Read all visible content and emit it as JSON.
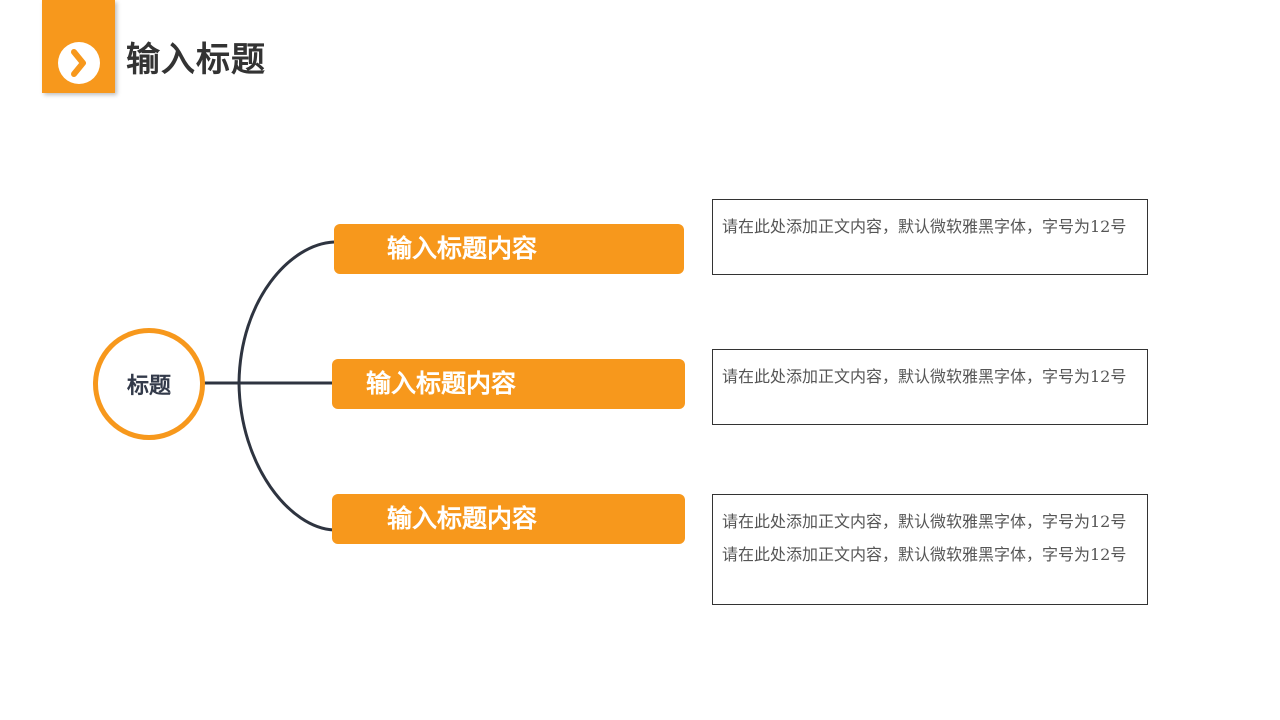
{
  "header": {
    "title": "输入标题",
    "icon": "chevron-right-icon",
    "accent_color": "#f7981c"
  },
  "diagram": {
    "root_label": "标题",
    "branches": [
      {
        "label": "输入标题内容",
        "text": "请在此处添加正文内容，默认微软雅黑字体，字号为12号"
      },
      {
        "label": "输入标题内容",
        "text": "请在此处添加正文内容，默认微软雅黑字体，字号为12号"
      },
      {
        "label": "输入标题内容",
        "text": "请在此处添加正文内容，默认微软雅黑字体，字号为12号请在此处添加正文内容，默认微软雅黑字体，字号为12号"
      }
    ],
    "line_color": "#2e3440"
  }
}
